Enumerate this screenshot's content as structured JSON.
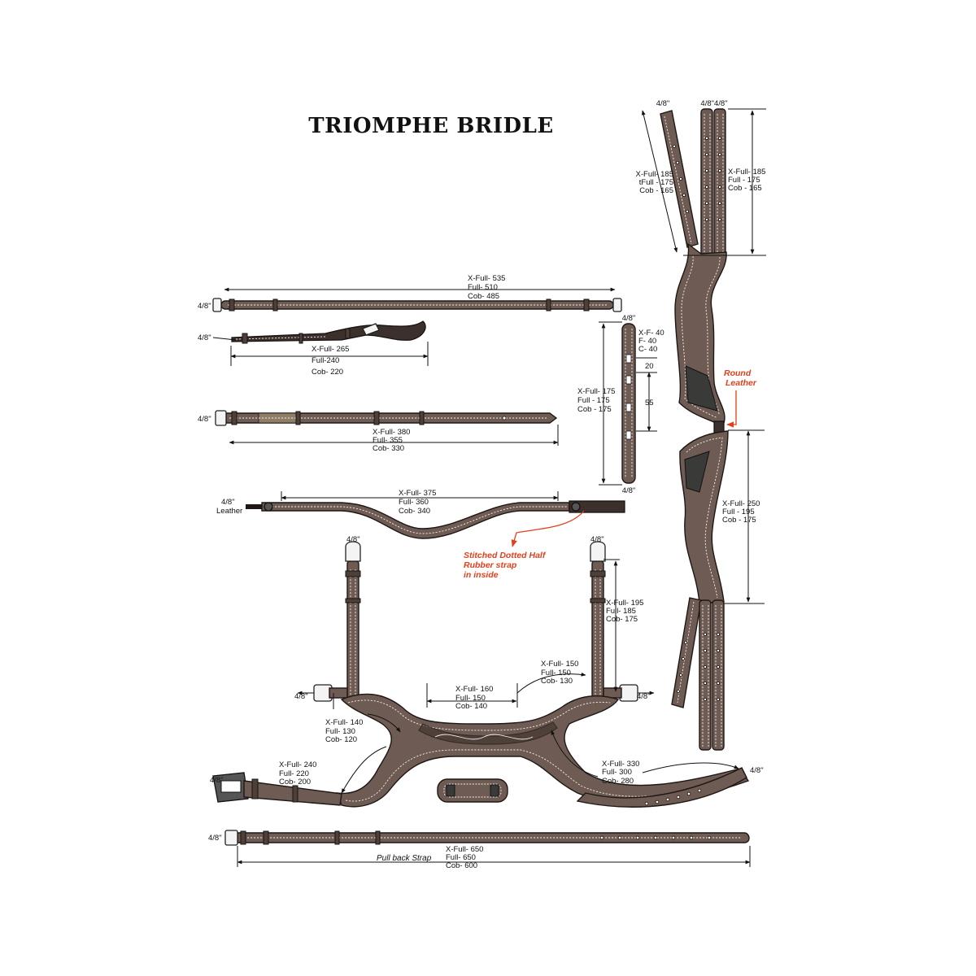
{
  "title": "TRIOMPHE BRIDLE",
  "colors": {
    "leather": "#6e5b53",
    "leather_dark": "#3b302b",
    "stitching": "#f2ece8",
    "note_red": "#e2401b"
  },
  "width_labels": {
    "headpiece_left": "4/8\"",
    "headpiece_mid": "4/8\"4/8\"",
    "browband": "4/8\"",
    "flash": "4/8\"",
    "noseband": "4/8\"",
    "cavesson_loop_top": "4/8\"",
    "cavesson_loop_bottom": "4/8\"",
    "cheek_left": "4/8\"",
    "cheek_right": "4/8\"",
    "side_left": "4/8\"",
    "side_right": "4/8\"",
    "crank_left": "4/8\"",
    "crank_right": "4/8\"",
    "pull_back": "4/8\""
  },
  "crown_leather_label": "Leather",
  "headpiece_left_sizes": [
    "X-Full- 185",
    "tFull  -  175",
    "Cob  -  165"
  ],
  "headpiece_right_sizes": [
    "X-Full- 185",
    "Full  -  175",
    "Cob  -  165"
  ],
  "browband_sizes": [
    "X-Full- 535",
    "Full-  510",
    "Cob-  485"
  ],
  "flash_sizes": [
    "X-Full- 265",
    "Full-240",
    "Cob- 220"
  ],
  "noseband_sizes": [
    "X-Full- 380",
    "Full-  355",
    "Cob-  330"
  ],
  "crown_sizes": [
    "X-Full- 375",
    "Full-  360",
    "Cob-  340"
  ],
  "loop_sizes": [
    "X-Full- 175",
    "Full  -  175",
    "Cob  -  175"
  ],
  "loop_small_sizes": [
    "X-F- 40",
    "F-  40",
    "C-  40"
  ],
  "loop_gap_1": "20",
  "loop_gap_2": "55",
  "round_leather_note": [
    "Round",
    "Leather"
  ],
  "lower_headpiece_sizes": [
    "X-Full- 250",
    "Full - 195",
    "Cob - 175"
  ],
  "stitch_note": [
    "Stitched Dotted Half",
    "Rubber strap",
    "in inside"
  ],
  "cheek_sizes": [
    "X-Full- 195",
    "Full-  185",
    "Cob-  175"
  ],
  "centre_sizes": [
    "X-Full- 160",
    "Full-  150",
    "Cob-  140"
  ],
  "upper_right_sizes": [
    "X-Full- 150",
    "Full-  150",
    "Cob-  130"
  ],
  "left_arm_sizes": [
    "X-Full- 140",
    "Full-  130",
    "Cob-  120"
  ],
  "lower_left_sizes": [
    "X-Full- 240",
    "Full-  220",
    "Cob-  200"
  ],
  "lower_right_sizes": [
    "X-Full- 330",
    "Full-  300",
    "Cob-  280"
  ],
  "pull_back_label": "Pull back Strap",
  "pull_back_sizes": [
    "X-Full- 650",
    "Full-  650",
    "Cob-  600"
  ]
}
